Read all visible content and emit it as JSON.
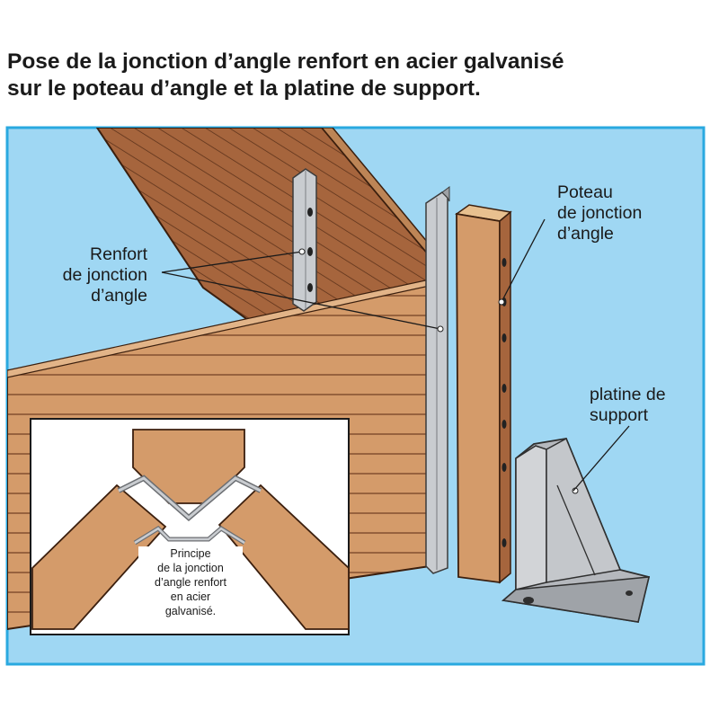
{
  "title": {
    "line1": "Pose de la jonction d’angle renfort en acier galvanisé",
    "line2": "sur le poteau d’angle et la platine de support."
  },
  "labels": {
    "renfort": [
      "Renfort",
      "de jonction",
      "d’angle"
    ],
    "poteau": [
      "Poteau",
      "de jonction",
      "d’angle"
    ],
    "platine": [
      "platine de",
      "support"
    ]
  },
  "inset_caption": [
    "Principe",
    "de la jonction",
    "d’angle renfort",
    "en acier",
    "galvanisé."
  ],
  "colors": {
    "sky": "#9fd7f3",
    "frame": "#2aa9e0",
    "wood_face": "#d49b6a",
    "wood_inner": "#a6653d",
    "wood_top": "#bd8556",
    "steel": "#c9ccd0",
    "plate": "#b5b8bd"
  }
}
